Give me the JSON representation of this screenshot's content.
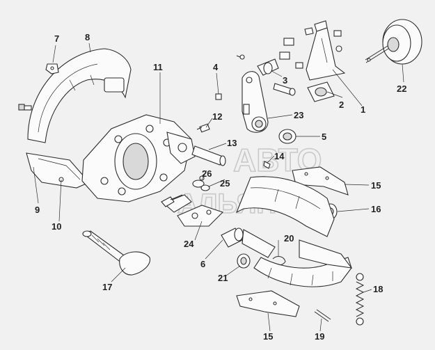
{
  "watermark": {
    "line1": "АВТО",
    "line2": "АЛЬЯНС"
  },
  "callouts": [
    {
      "id": "c1",
      "text": "1"
    },
    {
      "id": "c2",
      "text": "2"
    },
    {
      "id": "c3",
      "text": "3"
    },
    {
      "id": "c4",
      "text": "4"
    },
    {
      "id": "c5",
      "text": "5"
    },
    {
      "id": "c6",
      "text": "6"
    },
    {
      "id": "c7",
      "text": "7"
    },
    {
      "id": "c8",
      "text": "8"
    },
    {
      "id": "c9",
      "text": "9"
    },
    {
      "id": "c10",
      "text": "10"
    },
    {
      "id": "c11",
      "text": "11"
    },
    {
      "id": "c12",
      "text": "12"
    },
    {
      "id": "c13",
      "text": "13"
    },
    {
      "id": "c14",
      "text": "14"
    },
    {
      "id": "c15a",
      "text": "15"
    },
    {
      "id": "c15b",
      "text": "15"
    },
    {
      "id": "c16",
      "text": "16"
    },
    {
      "id": "c17",
      "text": "17"
    },
    {
      "id": "c18",
      "text": "18"
    },
    {
      "id": "c19",
      "text": "19"
    },
    {
      "id": "c20",
      "text": "20"
    },
    {
      "id": "c21",
      "text": "21"
    },
    {
      "id": "c22",
      "text": "22"
    },
    {
      "id": "c23",
      "text": "23"
    },
    {
      "id": "c24",
      "text": "24"
    },
    {
      "id": "c25",
      "text": "25"
    },
    {
      "id": "c26",
      "text": "26"
    }
  ]
}
